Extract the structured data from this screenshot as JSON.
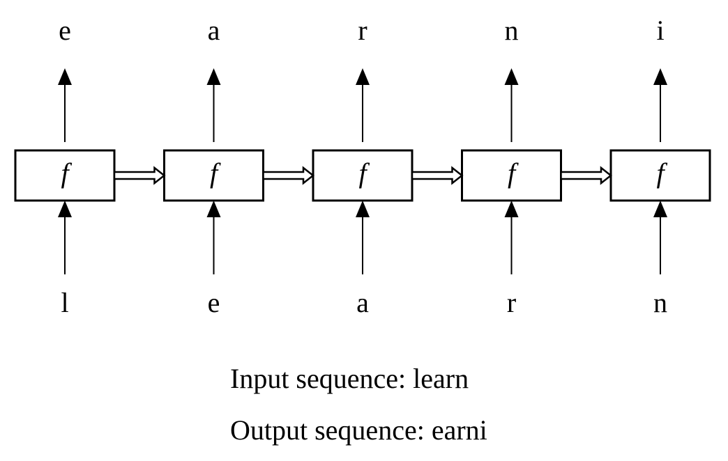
{
  "cells": [
    {
      "input": "l",
      "output": "e",
      "function": "f"
    },
    {
      "input": "e",
      "output": "a",
      "function": "f"
    },
    {
      "input": "a",
      "output": "r",
      "function": "f"
    },
    {
      "input": "r",
      "output": "n",
      "function": "f"
    },
    {
      "input": "n",
      "output": "i",
      "function": "f"
    }
  ],
  "captions": {
    "input_label": "Input sequence:",
    "input_value": "learn",
    "output_label": "Output sequence:",
    "output_value": "earni"
  },
  "colors": {
    "stroke": "#000000",
    "background": "#ffffff"
  }
}
